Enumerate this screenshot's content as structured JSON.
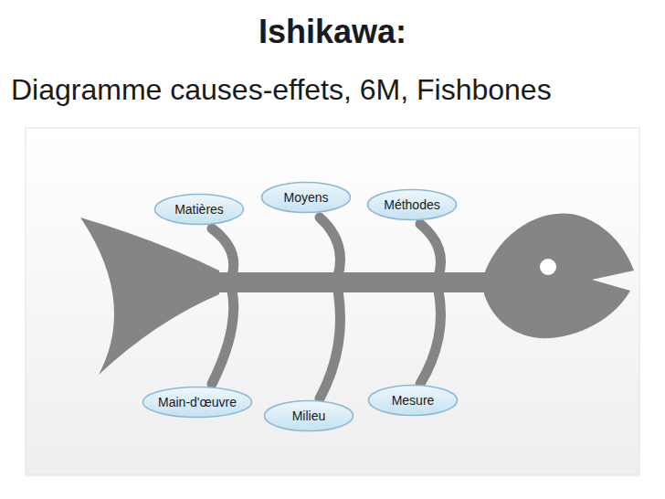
{
  "diagram": {
    "title": "Ishikawa:",
    "nodes": [
      {
        "text": [
          "Matières"
        ]
      },
      {
        "text": [
          "Moyens"
        ]
      },
      {
        "text": [
          "Méthodes"
        ]
      },
      {
        "text": [
          "Main-d'œuvre"
        ]
      },
      {
        "text": [
          "Milieu"
        ]
      },
      {
        "text": [
          "Mesure"
        ]
      }
    ],
    "labels": [
      "Diagramme causes-effets, 6M, Fishbones"
    ]
  }
}
